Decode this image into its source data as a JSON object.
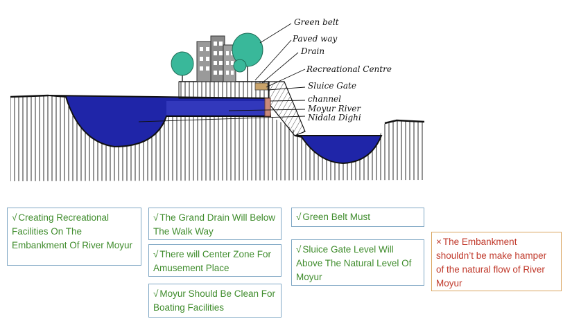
{
  "diagram": {
    "labels": {
      "green_belt": "Green belt",
      "paved_way": "Paved way",
      "drain": "Drain",
      "recreational_centre": "Recreational Centre",
      "sluice_gate": "Sluice Gate",
      "channel": "channel",
      "moyur_river": "Moyur River",
      "nidala_dighi": "Nidala Dighi"
    },
    "colors": {
      "water": "#1f25a8",
      "water_highlight": "#3a40c4",
      "tree": "#39b89a",
      "building": "#8a8a8a",
      "gate": "#c98a7a",
      "hatch": "#111111"
    }
  },
  "notes": [
    {
      "mark": "√",
      "text": "Creating Recreational Facilities On The Embankment Of River Moyur",
      "tone": "positive"
    },
    {
      "mark": "√",
      "text": "The Grand Drain Will Below The Walk Way",
      "tone": "positive"
    },
    {
      "mark": "√",
      "text": "There will Center Zone For Amusement Place",
      "tone": "positive"
    },
    {
      "mark": "√",
      "text": "Moyur Should Be Clean For Boating Facilities",
      "tone": "positive"
    },
    {
      "mark": "√",
      "text": "Green Belt Must",
      "tone": "positive"
    },
    {
      "mark": "√",
      "text": "Sluice Gate Level Will Above The Natural Level Of Moyur",
      "tone": "positive"
    },
    {
      "mark": "×",
      "text": "The Embankment shouldn’t be make hamper of the natural flow of River Moyur",
      "tone": "negative"
    }
  ]
}
